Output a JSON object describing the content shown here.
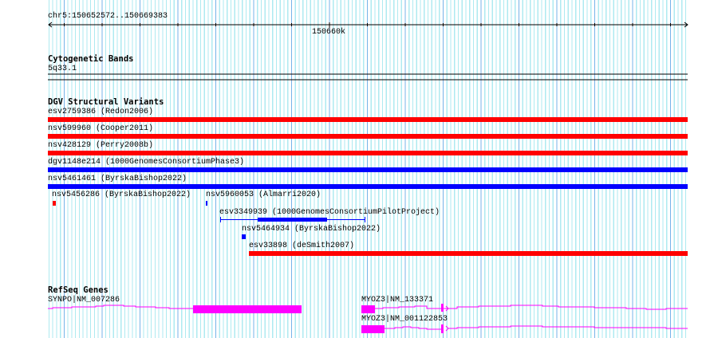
{
  "ruler": {
    "region": "chr5:150652572..150669383",
    "tick_label": "150660k"
  },
  "cytoband": {
    "title": "Cytogenetic Bands",
    "band": "5q33.1"
  },
  "dgv": {
    "title": "DGV Structural Variants",
    "full_rows": [
      {
        "label": "esv2759386 (Redon2006)",
        "color": "#ff0000"
      },
      {
        "label": "nsv599960 (Cooper2011)",
        "color": "#ff0000"
      },
      {
        "label": "nsv428129 (Perry2008b)",
        "color": "#ff0000"
      },
      {
        "label": "dgv1148e214 (1000GenomesConsortiumPhase3)",
        "color": "#0000ff"
      },
      {
        "label": "nsv5461461 (ByrskaBishop2022)",
        "color": "#0000ff"
      }
    ],
    "small": [
      {
        "label": "nsv5456286 (ByrskaBishop2022)",
        "color": "#ff0000"
      },
      {
        "label": "nsv5960053 (Almarri2020)",
        "color": "#0000ff"
      },
      {
        "label": "esv3349939 (1000GenomesConsortiumPilotProject)",
        "color": "#0000ff"
      },
      {
        "label": "nsv5464934 (ByrskaBishop2022)",
        "color": "#0000ff"
      },
      {
        "label": "esv33898 (deSmith2007)",
        "color": "#ff0000"
      }
    ]
  },
  "refseq": {
    "title": "RefSeq Genes",
    "color": "#ff00ff",
    "genes": [
      "SYNPO|NM_007286",
      "MYOZ3|NM_133371",
      "MYOZ3|NM_001122853"
    ]
  }
}
